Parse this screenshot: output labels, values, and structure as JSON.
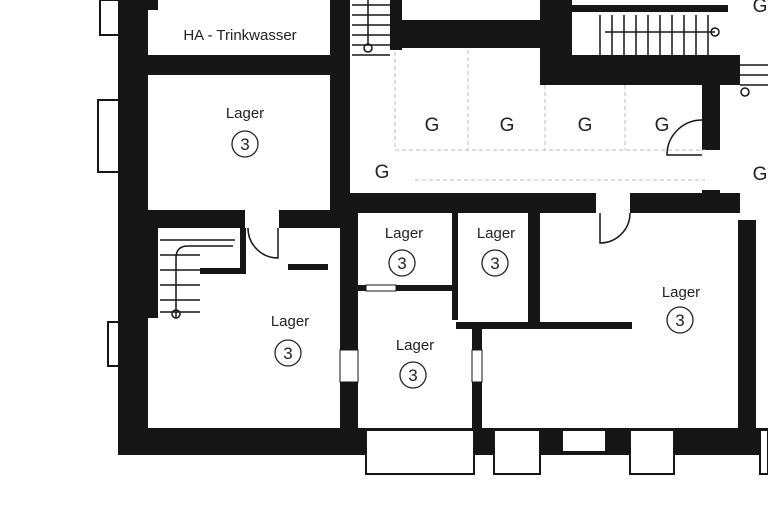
{
  "plan": {
    "rooms": [
      {
        "name": "HA - Trinkwasser"
      },
      {
        "name": "Lager",
        "number": "3"
      },
      {
        "name": "Lager",
        "number": "3"
      },
      {
        "name": "Lager",
        "number": "3"
      },
      {
        "name": "Lager",
        "number": "3"
      },
      {
        "name": "Lager",
        "number": "3"
      },
      {
        "name": "Lager",
        "number": "3"
      }
    ],
    "garage_label": "G"
  }
}
